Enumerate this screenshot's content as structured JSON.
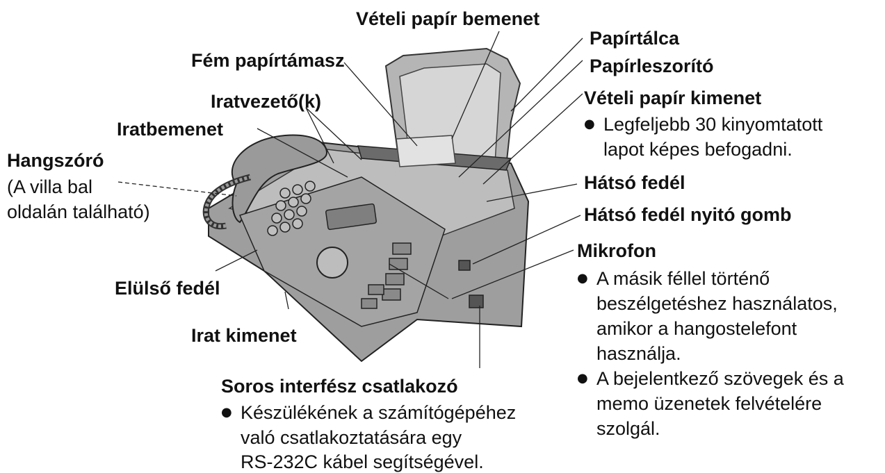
{
  "labels": {
    "veteli_papir_bemenet": "Vételi papír bemenet",
    "papirtalca": "Papírtálca",
    "papirleszorito": "Papírleszorító",
    "fem_papirtamasz": "Fém papírtámasz",
    "iratvezeto": "Iratvezető(k)",
    "veteli_papir_kimenet": "Vételi papír kimenet",
    "veteli_kimenet_note_1": "Legfeljebb 30 kinyomtatott",
    "veteli_kimenet_note_2": "lapot képes befogadni.",
    "iratbemenet": "Iratbemenet",
    "hangszoro": "Hangszóró",
    "hangszoro_note_1": "(A villa bal",
    "hangszoro_note_2": "oldalán található)",
    "hatso_fedel": "Hátsó fedél",
    "hatso_fedel_nyito": "Hátsó fedél nyitó gomb",
    "mikrofon": "Mikrofon",
    "mikrofon_note_1a": "A másik féllel történő",
    "mikrofon_note_1b": "beszélgetéshez használatos,",
    "mikrofon_note_1c": "amikor a hangostelefont",
    "mikrofon_note_1d": "használja.",
    "mikrofon_note_2a": "A bejelentkező szövegek és a",
    "mikrofon_note_2b": "memo üzenetek felvételére",
    "mikrofon_note_2c": "szolgál.",
    "elulso_fedel": "Elülső fedél",
    "irat_kimenet": "Irat kimenet",
    "soros": "Soros interfész csatlakozó",
    "soros_note_1": "Készülékének a számítógépéhez",
    "soros_note_2": "való csatlakoztatására egy",
    "soros_note_3": "RS-232C kábel segítségével."
  },
  "bullet_glyph": "●",
  "colors": {
    "ink": "#111111",
    "device_fill": "#a9a9a9",
    "device_dark": "#7a7a7a",
    "device_light": "#c8c8c8",
    "line": "#222222"
  }
}
